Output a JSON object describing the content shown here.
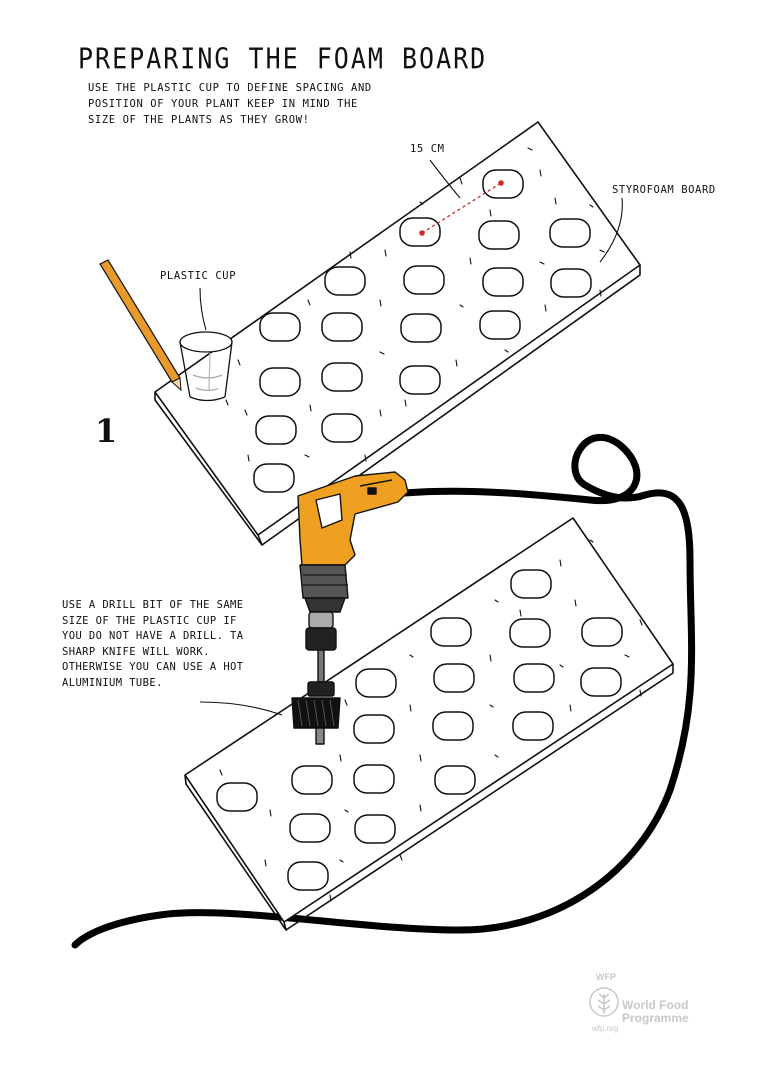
{
  "title": "PREPARING THE FOAM BOARD",
  "subtitle": "USE THE PLASTIC CUP TO DEFINE SPACING AND POSITION OF YOUR PLANT KEEP IN MIND THE SIZE OF THE PLANTS AS THEY GROW!",
  "labels": {
    "spacing": "15 CM",
    "board": "STYROFOAM BOARD",
    "cup": "PLASTIC CUP"
  },
  "step_number": "1",
  "drill_note": "USE A DRILL BIT OF THE SAME SIZE OF THE PLASTIC CUP IF YOU DO NOT HAVE A DRILL. TA SHARP KNIFE WILL WORK. OTHERWISE YOU CAN USE A HOT ALUMINIUM TUBE.",
  "logo": {
    "abbr": "WFP",
    "name_line1": "World Food",
    "name_line2": "Programme",
    "url": "wfp.org"
  },
  "colors": {
    "ink": "#111111",
    "drill_orange": "#f0a020",
    "pencil_orange": "#e89a2a",
    "marker_red": "#d62828",
    "logo_gray": "#c8c8c8"
  }
}
